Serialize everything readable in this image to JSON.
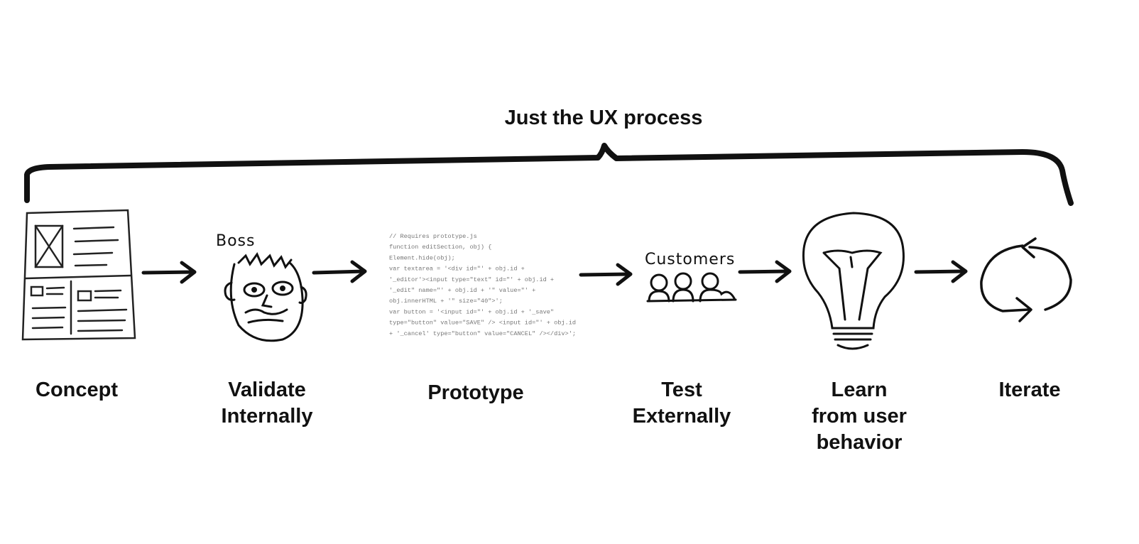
{
  "diagram": {
    "title": "Just the UX process",
    "steps": [
      {
        "label": "Concept",
        "icon": "wireframe-sketch-icon"
      },
      {
        "label": "Validate\nInternally",
        "icon": "boss-face-icon"
      },
      {
        "label": "Prototype",
        "icon": "code-snippet-icon"
      },
      {
        "label": "Test\nExternally",
        "icon": "customers-group-icon"
      },
      {
        "label": "Learn\nfrom user\nbehavior",
        "icon": "lightbulb-icon"
      },
      {
        "label": "Iterate",
        "icon": "cycle-arrows-icon"
      }
    ],
    "sketch_text": {
      "boss": "Boss",
      "customers": "Customers",
      "code_lines": [
        "// Requires prototype.js",
        "function editSection, obj) {",
        "  Element.hide(obj);",
        "  var textarea = '<div id=\"' + obj.id +",
        "'_editor'><input type=\"text\" id=\"' + obj.id +",
        "'_edit\" name=\"' + obj.id + '\" value=\"' +",
        "obj.innerHTML + '\" size=\"40\">';",
        "  var button = '<input id=\"' + obj.id + '_save\"",
        "type=\"button\" value=\"SAVE\" /> <input id=\"' + obj.id",
        "+ '_cancel' type=\"button\" value=\"CANCEL\" /></div>';"
      ]
    },
    "colors": {
      "ink": "#111111",
      "background": "#ffffff",
      "code": "#777777"
    }
  }
}
